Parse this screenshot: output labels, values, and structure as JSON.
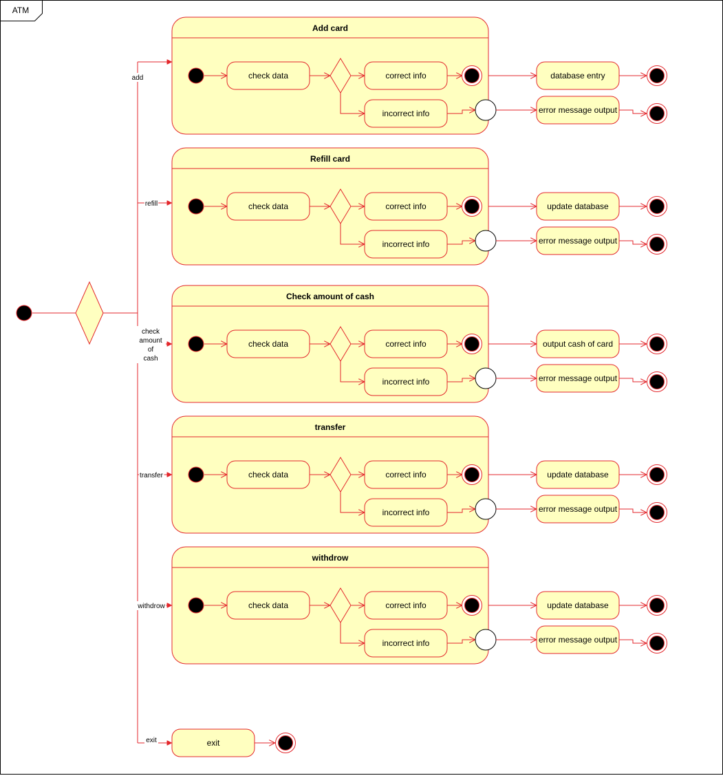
{
  "frame": {
    "title": "ATM"
  },
  "colors": {
    "stroke": "#e3262b",
    "fill": "#ffffc0",
    "black": "#000000",
    "white": "#ffffff"
  },
  "branches": [
    {
      "label": [
        "add"
      ]
    },
    {
      "label": [
        "refill"
      ]
    },
    {
      "label": [
        "check",
        "amount",
        "of",
        "cash"
      ]
    },
    {
      "label": [
        "transfer"
      ]
    },
    {
      "label": [
        "withdrow"
      ]
    },
    {
      "label": [
        "exit"
      ]
    }
  ],
  "composites": [
    {
      "title": "Add card",
      "inner": {
        "check": "check data",
        "correct": "correct info",
        "incorrect": "incorrect info"
      },
      "success": "database entry",
      "error": "error message output"
    },
    {
      "title": "Refill card",
      "inner": {
        "check": "check data",
        "correct": "correct info",
        "incorrect": "incorrect info"
      },
      "success": "update database",
      "error": "error message output"
    },
    {
      "title": "Check amount of cash",
      "inner": {
        "check": "check data",
        "correct": "correct info",
        "incorrect": "incorrect info"
      },
      "success": "output cash of card",
      "error": "error message output"
    },
    {
      "title": "transfer",
      "inner": {
        "check": "check data",
        "correct": "correct info",
        "incorrect": "incorrect info"
      },
      "success": "update database",
      "error": "error message output"
    },
    {
      "title": "withdrow",
      "inner": {
        "check": "check data",
        "correct": "correct info",
        "incorrect": "incorrect info"
      },
      "success": "update database",
      "error": "error message output"
    }
  ],
  "exit_state": "exit"
}
